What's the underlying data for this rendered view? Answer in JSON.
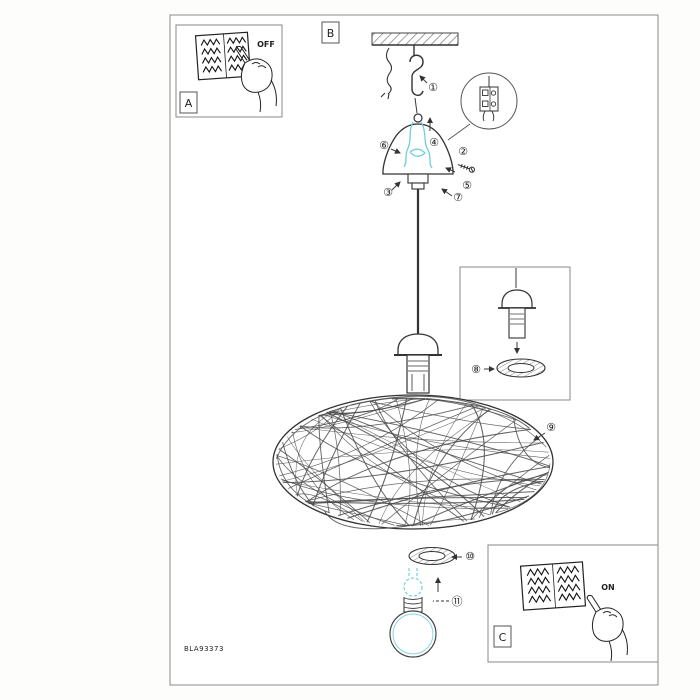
{
  "document": {
    "part_code": "BLA93373"
  },
  "sections": {
    "a": {
      "label": "A",
      "action": "OFF"
    },
    "b": {
      "label": "B"
    },
    "c": {
      "label": "C",
      "action": "ON"
    }
  },
  "steps": {
    "s1": "①",
    "s2": "②",
    "s3": "③",
    "s4": "④",
    "s5": "⑤",
    "s6": "⑥",
    "s7": "⑦",
    "s8": "⑧",
    "s9": "⑨",
    "s10": "⑩",
    "s11": "⑪"
  },
  "colors": {
    "accent_cyan": "#6ecfdc",
    "line": "#3a3a3a"
  }
}
